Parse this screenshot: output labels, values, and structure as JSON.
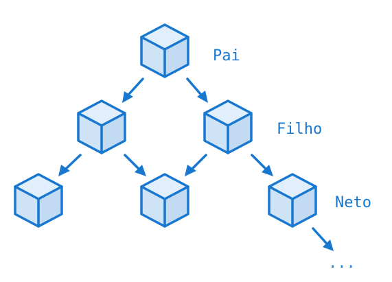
{
  "labels": {
    "parent": "Pai",
    "child": "Filho",
    "grandchild": "Neto",
    "continuation": "..."
  },
  "colors": {
    "stroke": "#1878d0",
    "fill": "#cfe3f7",
    "text": "#1878d0"
  },
  "nodes": [
    {
      "id": "pai-cube",
      "level": 0
    },
    {
      "id": "filho-left-cube",
      "level": 1
    },
    {
      "id": "filho-right-cube",
      "level": 1
    },
    {
      "id": "neto-1-cube",
      "level": 2
    },
    {
      "id": "neto-2-cube",
      "level": 2
    },
    {
      "id": "neto-3-cube",
      "level": 2
    }
  ],
  "edges": [
    {
      "from": "pai-cube",
      "to": "filho-left-cube"
    },
    {
      "from": "pai-cube",
      "to": "filho-right-cube"
    },
    {
      "from": "filho-left-cube",
      "to": "neto-1-cube"
    },
    {
      "from": "filho-left-cube",
      "to": "neto-2-cube"
    },
    {
      "from": "filho-right-cube",
      "to": "neto-2-cube"
    },
    {
      "from": "filho-right-cube",
      "to": "neto-3-cube"
    },
    {
      "from": "neto-3-cube",
      "to": "continuation"
    }
  ]
}
